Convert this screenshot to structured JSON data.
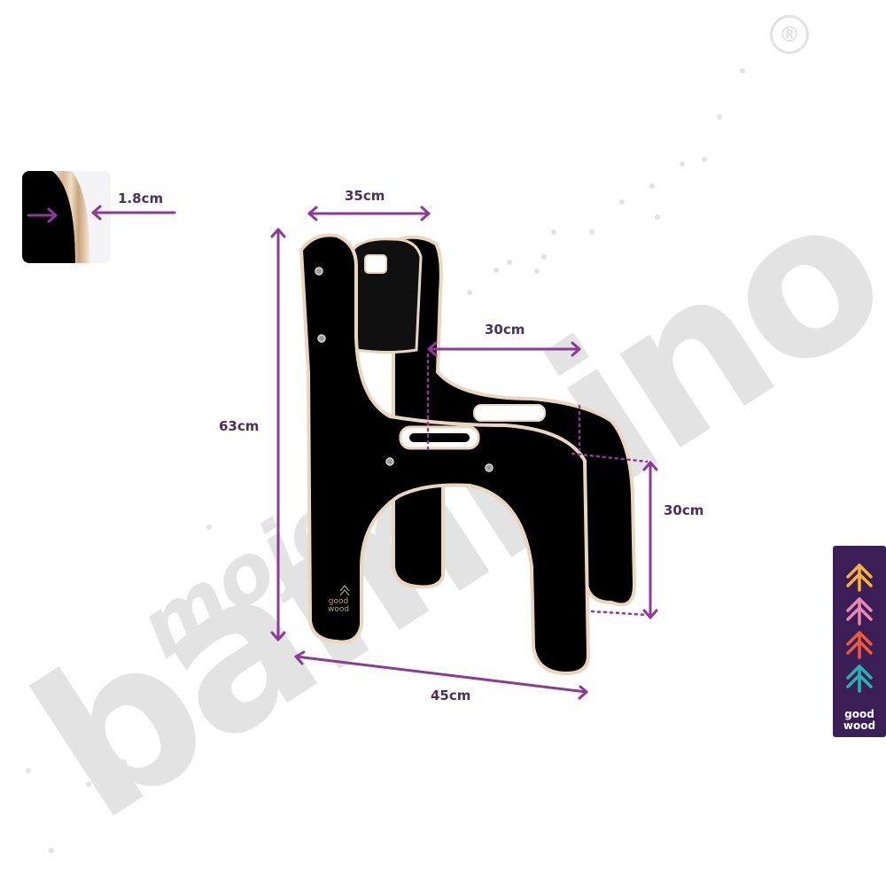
{
  "dimensions": {
    "thickness": "1.8cm",
    "width_back": "35cm",
    "height": "63cm",
    "seat_depth": "30cm",
    "seat_height": "30cm",
    "depth": "45cm"
  },
  "watermark": {
    "line1": "moje",
    "line2": "bambino",
    "registered": "®"
  },
  "brand": {
    "word1": "good",
    "word2": "wood"
  },
  "chair_logo": {
    "word1": "good",
    "word2": "wood"
  },
  "colors": {
    "dimension_line": "#8b3a98",
    "label": "#4a3156",
    "chair": "#000000",
    "plywood_edge": "#ead6c0",
    "watermark": "#e3e3e3",
    "badge_bg": "#3b1e55",
    "arrow_yellow": "#f6b33a",
    "arrow_pink": "#e889b4",
    "arrow_orange": "#ee5a3d",
    "arrow_teal": "#2ab1b5"
  },
  "icons": [
    "registered-icon",
    "brand-arrow-icon",
    "plywood-edge-inset"
  ]
}
